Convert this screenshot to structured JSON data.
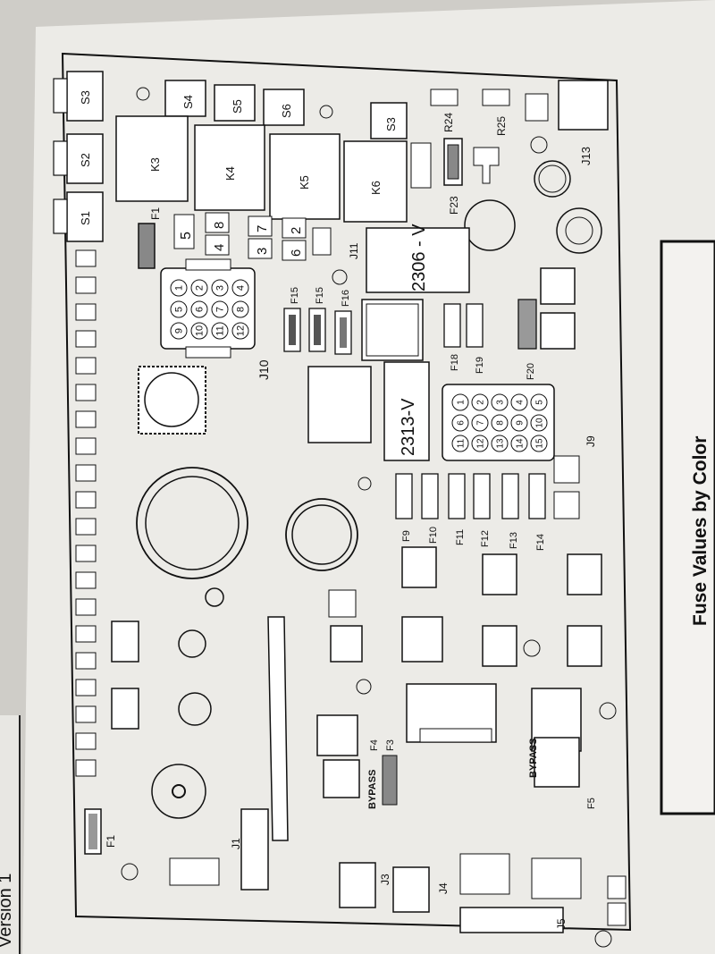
{
  "doc": {
    "version_text": "Version 1",
    "side_title": "Fuse Values by Color"
  },
  "relays": [
    "K3",
    "K4",
    "K5",
    "K6"
  ],
  "switches_left": [
    "S3",
    "S2",
    "S1"
  ],
  "switches_top": [
    "S4",
    "S5",
    "S6",
    "S3"
  ],
  "resistors": [
    "R24",
    "R25"
  ],
  "connectors": {
    "j13": "J13",
    "j11": "J11",
    "j10": "J10",
    "j9": "J9",
    "j1": "J1",
    "j3": "J3",
    "j4": "J4",
    "j5": "J5"
  },
  "fuses": {
    "f1_top": "F1",
    "f1_bottom": "F1",
    "f23": "F23",
    "f15a": "F15",
    "f15b": "F15",
    "f16": "F16",
    "f18": "F18",
    "f19": "F19",
    "f20": "F20",
    "f9": "F9",
    "f10": "F10",
    "f11": "F11",
    "f12": "F12",
    "f13": "F13",
    "f14": "F14",
    "f4": "F4",
    "f3": "F3",
    "f5": "F5"
  },
  "bypass": [
    "BYPASS",
    "BYPASS"
  ],
  "part_numbers": [
    "2306 - V",
    "2313-V"
  ],
  "j11_pins": [
    "5",
    "8",
    "4",
    "7",
    "3",
    "2",
    "6"
  ],
  "j10_pins": [
    "1",
    "2",
    "3",
    "4",
    "5",
    "6",
    "7",
    "8",
    "9",
    "10",
    "11",
    "12"
  ],
  "j9_pins": [
    "1",
    "2",
    "3",
    "4",
    "5",
    "6",
    "7",
    "8",
    "9",
    "10",
    "11",
    "12",
    "13",
    "14",
    "15"
  ]
}
